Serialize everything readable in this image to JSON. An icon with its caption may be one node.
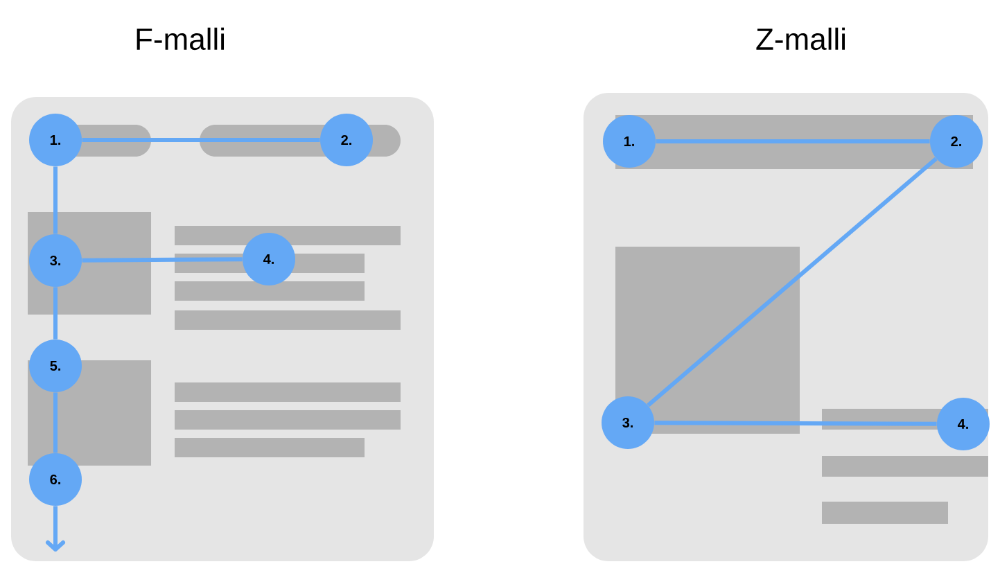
{
  "diagram": {
    "nodes": [
      {
        "text": [
          "F-malli"
        ]
      },
      {
        "text": [
          "1."
        ],
        "in": 0
      },
      {
        "text": [
          "2."
        ],
        "in": 0
      },
      {
        "text": [
          "3."
        ],
        "in": 0
      },
      {
        "text": [
          "4."
        ],
        "in": 0
      },
      {
        "text": [
          "5."
        ],
        "in": 0
      },
      {
        "text": [
          "6."
        ],
        "in": 0
      },
      {
        "text": [
          "Z-malli"
        ]
      },
      {
        "text": [
          "1."
        ],
        "in": 7
      },
      {
        "text": [
          "2."
        ],
        "in": 7
      },
      {
        "text": [
          "3."
        ],
        "in": 7
      },
      {
        "text": [
          "4."
        ],
        "in": 7
      }
    ],
    "edges": [
      {
        "from": 1,
        "to": 2,
        "arrow": "none"
      },
      {
        "from": 1,
        "to": 3,
        "arrow": "none"
      },
      {
        "from": 3,
        "to": 4,
        "arrow": "none"
      },
      {
        "from": 3,
        "to": 5,
        "arrow": "none"
      },
      {
        "from": 5,
        "to": 6,
        "arrow": "none"
      },
      {
        "from": 6,
        "to": null,
        "arrow": "to"
      },
      {
        "from": 8,
        "to": 9,
        "arrow": "none"
      },
      {
        "from": 9,
        "to": 10,
        "arrow": "none"
      },
      {
        "from": 10,
        "to": 11,
        "arrow": "none"
      }
    ]
  }
}
